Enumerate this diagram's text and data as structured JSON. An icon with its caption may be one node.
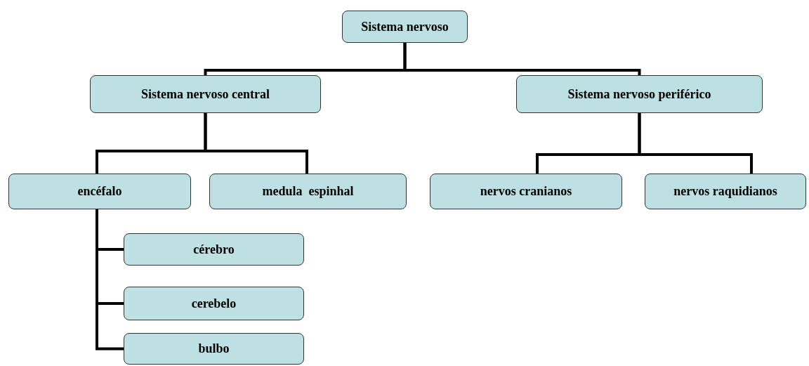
{
  "diagram": {
    "nodes": [
      {
        "text": [
          "Sistema nervoso"
        ]
      },
      {
        "text": [
          "Sistema nervoso central"
        ]
      },
      {
        "text": [
          "Sistema nervoso periférico"
        ]
      },
      {
        "text": [
          "encéfalo"
        ]
      },
      {
        "text": [
          "medula  espinhal"
        ]
      },
      {
        "text": [
          "nervos cranianos"
        ]
      },
      {
        "text": [
          "nervos raquidianos"
        ]
      },
      {
        "text": [
          "cérebro"
        ]
      },
      {
        "text": [
          "cerebelo"
        ]
      },
      {
        "text": [
          "bulbo"
        ]
      }
    ],
    "edges": [
      {
        "from": 0,
        "to": 1,
        "arrow": "none"
      },
      {
        "from": 0,
        "to": 2,
        "arrow": "none"
      },
      {
        "from": 1,
        "to": 3,
        "arrow": "none"
      },
      {
        "from": 1,
        "to": 4,
        "arrow": "none"
      },
      {
        "from": 2,
        "to": 5,
        "arrow": "none"
      },
      {
        "from": 2,
        "to": 6,
        "arrow": "none"
      },
      {
        "from": 3,
        "to": 7,
        "arrow": "none"
      },
      {
        "from": 3,
        "to": 8,
        "arrow": "none"
      },
      {
        "from": 3,
        "to": 9,
        "arrow": "none"
      }
    ]
  }
}
